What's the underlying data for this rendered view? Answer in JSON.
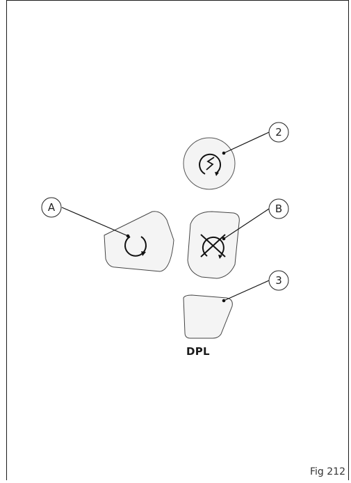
{
  "callouts": {
    "a": "A",
    "b": "B",
    "two": "2",
    "three": "3"
  },
  "labels": {
    "dpl": "DPL",
    "figure": "Fig 212"
  },
  "icons": {
    "restart": "restart-icon",
    "regen": "regeneration-icon",
    "stop_regen": "stop-regeneration-icon",
    "blank": "blank-button"
  }
}
